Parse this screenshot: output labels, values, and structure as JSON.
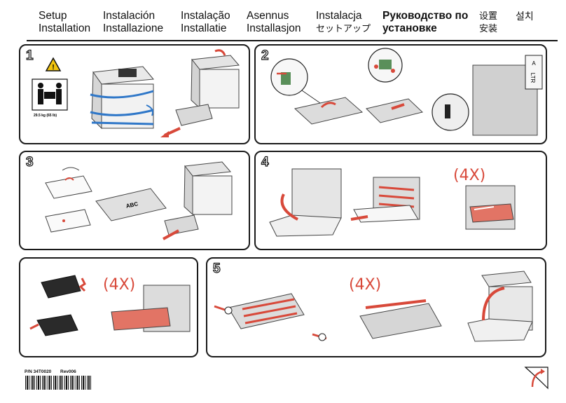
{
  "titles": [
    {
      "line1": "Setup",
      "line2": "Installation"
    },
    {
      "line1": "Instalación",
      "line2": "Installazione"
    },
    {
      "line1": "Instalação",
      "line2": "Installatie"
    },
    {
      "line1": "Asennus",
      "line2": "Installasjon"
    },
    {
      "line1": "Instalacja",
      "line2": "セットアップ"
    },
    {
      "line1": "Руководство по",
      "line2": "установке"
    },
    {
      "line1": "设置",
      "line2": "安装"
    },
    {
      "line1": "설치",
      "line2": ""
    }
  ],
  "panels": [
    {
      "number": "1",
      "weight_label": "29.5 kg (65 lb)"
    },
    {
      "number": "2",
      "tray_labels": [
        "A",
        "LTR"
      ]
    },
    {
      "number": "3",
      "paper_label": "ABC"
    },
    {
      "number": "4",
      "count_label": "(4X)"
    },
    {
      "number": "",
      "count_label": "(4X)"
    },
    {
      "number": "5",
      "count_label": "(4X)"
    }
  ],
  "footer": {
    "part_number": "P/N 34T0020",
    "revision": "Rev006"
  },
  "colors": {
    "accent_red": "#d8493a",
    "outline": "#1a1a1a",
    "machine_gray": "#c9c9c9",
    "tray_blue": "#2f77c8"
  },
  "icons": [
    "warning-triangle-icon",
    "two-person-lift-icon",
    "page-curl-icon"
  ]
}
